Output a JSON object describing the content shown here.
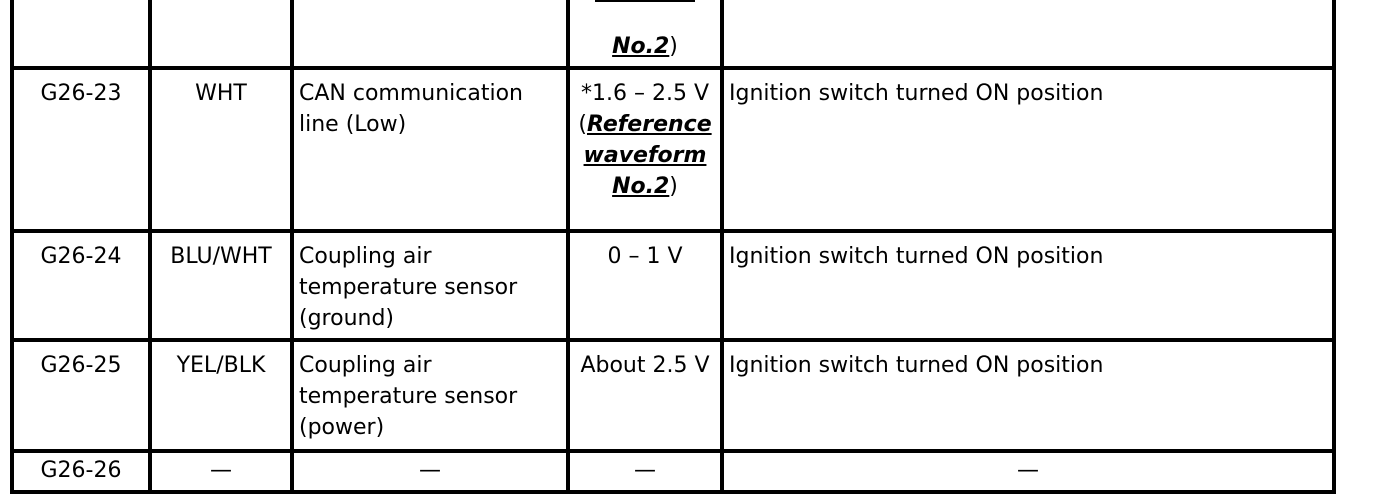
{
  "partial_row": {
    "value_tail": "No.2",
    "close": ")"
  },
  "rows": [
    {
      "terminal": "G26-23",
      "wire": "WHT",
      "description": "CAN communication line (Low)",
      "value": "*1.6 – 2.5 V",
      "value_ref_open": "(",
      "value_ref": "Reference waveform No.2",
      "value_ref_close": ")",
      "condition": "Ignition switch turned ON position"
    },
    {
      "terminal": "G26-24",
      "wire": "BLU/WHT",
      "description": "Coupling air temperature sensor (ground)",
      "value": "0 – 1 V",
      "condition": "Ignition switch turned ON position"
    },
    {
      "terminal": "G26-25",
      "wire": "YEL/BLK",
      "description": "Coupling air temperature sensor (power)",
      "value": "About 2.5 V",
      "condition": "Ignition switch turned ON position"
    },
    {
      "terminal": "G26-26",
      "wire": "—",
      "description": "—",
      "value": "—",
      "condition": "—"
    }
  ]
}
